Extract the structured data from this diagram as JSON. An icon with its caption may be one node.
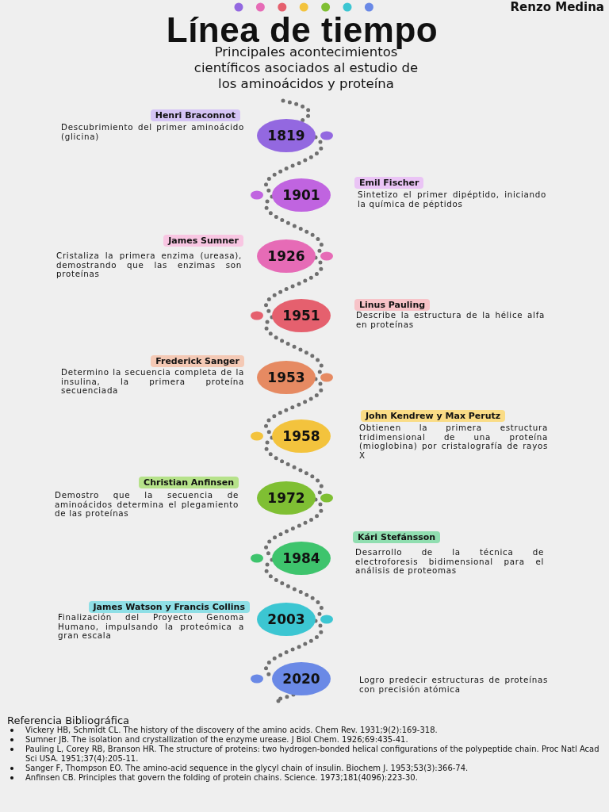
{
  "diagram": {
    "title": "Línea de tiempo",
    "nodes": [
      {
        "text": [
          "Henri Braconnot"
        ],
        "beside": [
          "Descubrimiento del primer aminoácido (glicina)"
        ]
      },
      {
        "text": [
          "1819"
        ]
      },
      {
        "text": [
          "Emil Fischer"
        ],
        "beside": [
          "Sintetizo el primer dipéptido, iniciando la química de péptidos"
        ]
      },
      {
        "text": [
          "1901"
        ]
      },
      {
        "text": [
          "James Sumner"
        ],
        "beside": [
          "Cristaliza la primera enzima (ureasa), demostrando que las enzimas son proteínas"
        ]
      },
      {
        "text": [
          "1926"
        ]
      },
      {
        "text": [
          "Linus Pauling"
        ],
        "beside": [
          "Describe la estructura de la hélice alfa en proteínas"
        ]
      },
      {
        "text": [
          "1951"
        ]
      },
      {
        "text": [
          "Frederick Sanger"
        ],
        "beside": [
          "Determino la secuencia completa de la insulina, la primera proteína secuenciada"
        ]
      },
      {
        "text": [
          "1953"
        ]
      },
      {
        "text": [
          "John Kendrew y Max Perutz"
        ],
        "beside": [
          "Obtienen la primera estructura tridimensional de una proteína (mioglobina) por cristalografía de rayos X"
        ]
      },
      {
        "text": [
          "1958"
        ]
      },
      {
        "text": [
          "Christian Anfinsen"
        ],
        "beside": [
          "Demostro que la secuencia de aminoácidos determina el plegamiento de las proteínas"
        ]
      },
      {
        "text": [
          "1972"
        ]
      },
      {
        "text": [
          "Kári Stefánsson"
        ],
        "beside": [
          "Desarrollo de la técnica de electroforesis bidimensional para el análisis de proteomas"
        ]
      },
      {
        "text": [
          "1984"
        ]
      },
      {
        "text": [
          "James Watson y Francis Collins"
        ],
        "beside": [
          "Finalización del Proyecto Genoma Humano, impulsando la proteómica a gran escala"
        ]
      },
      {
        "text": [
          "2003"
        ]
      },
      {
        "text": [
          "2020"
        ],
        "beside": [
          "Logro predecir estructuras de proteínas con precisión atómica"
        ]
      }
    ],
    "edges": [
      {
        "from": null,
        "to": 1,
        "arrow": "none",
        "style": "dashed"
      },
      {
        "from": 1,
        "to": 3,
        "arrow": "none",
        "style": "dashed"
      },
      {
        "from": 3,
        "to": 5,
        "arrow": "none",
        "style": "dashed"
      },
      {
        "from": 5,
        "to": 7,
        "arrow": "none",
        "style": "dashed"
      },
      {
        "from": 7,
        "to": 9,
        "arrow": "none",
        "style": "dashed"
      },
      {
        "from": 9,
        "to": 11,
        "arrow": "none",
        "style": "dashed"
      },
      {
        "from": 11,
        "to": 13,
        "arrow": "none",
        "style": "dashed"
      },
      {
        "from": 13,
        "to": 15,
        "arrow": "none",
        "style": "dashed"
      },
      {
        "from": 15,
        "to": 17,
        "arrow": "none",
        "style": "dashed"
      },
      {
        "from": 17,
        "to": 18,
        "arrow": "none",
        "style": "dashed"
      },
      {
        "from": 18,
        "to": null,
        "arrow": "none",
        "style": "dashed"
      }
    ],
    "labels": [
      "Renzo Medina",
      "Principales acontecimientos científicos asociados al estudio de los aminoácidos y proteína",
      "Referencia Bibliográfica",
      "Vickery HB, Schmidt CL. The history of the discovery of the amino acids. Chem Rev. 1931;9(2):169-318.",
      "Sumner JB. The isolation and crystallization of the enzyme urease. J Biol Chem. 1926;69:435-41.",
      "Pauling L, Corey RB, Branson HR. The structure of proteins: two hydrogen-bonded helical configurations of the polypeptide chain. Proc Natl Acad Sci USA. 1951;37(4):205-11.",
      "Sanger F, Thompson EO. The amino-acid sequence in the glycyl chain of insulin. Biochem J. 1953;53(3):366-74.",
      "Anfinsen CB. Principles that govern the folding of protein chains. Science. 1973;181(4096):223-30."
    ]
  }
}
